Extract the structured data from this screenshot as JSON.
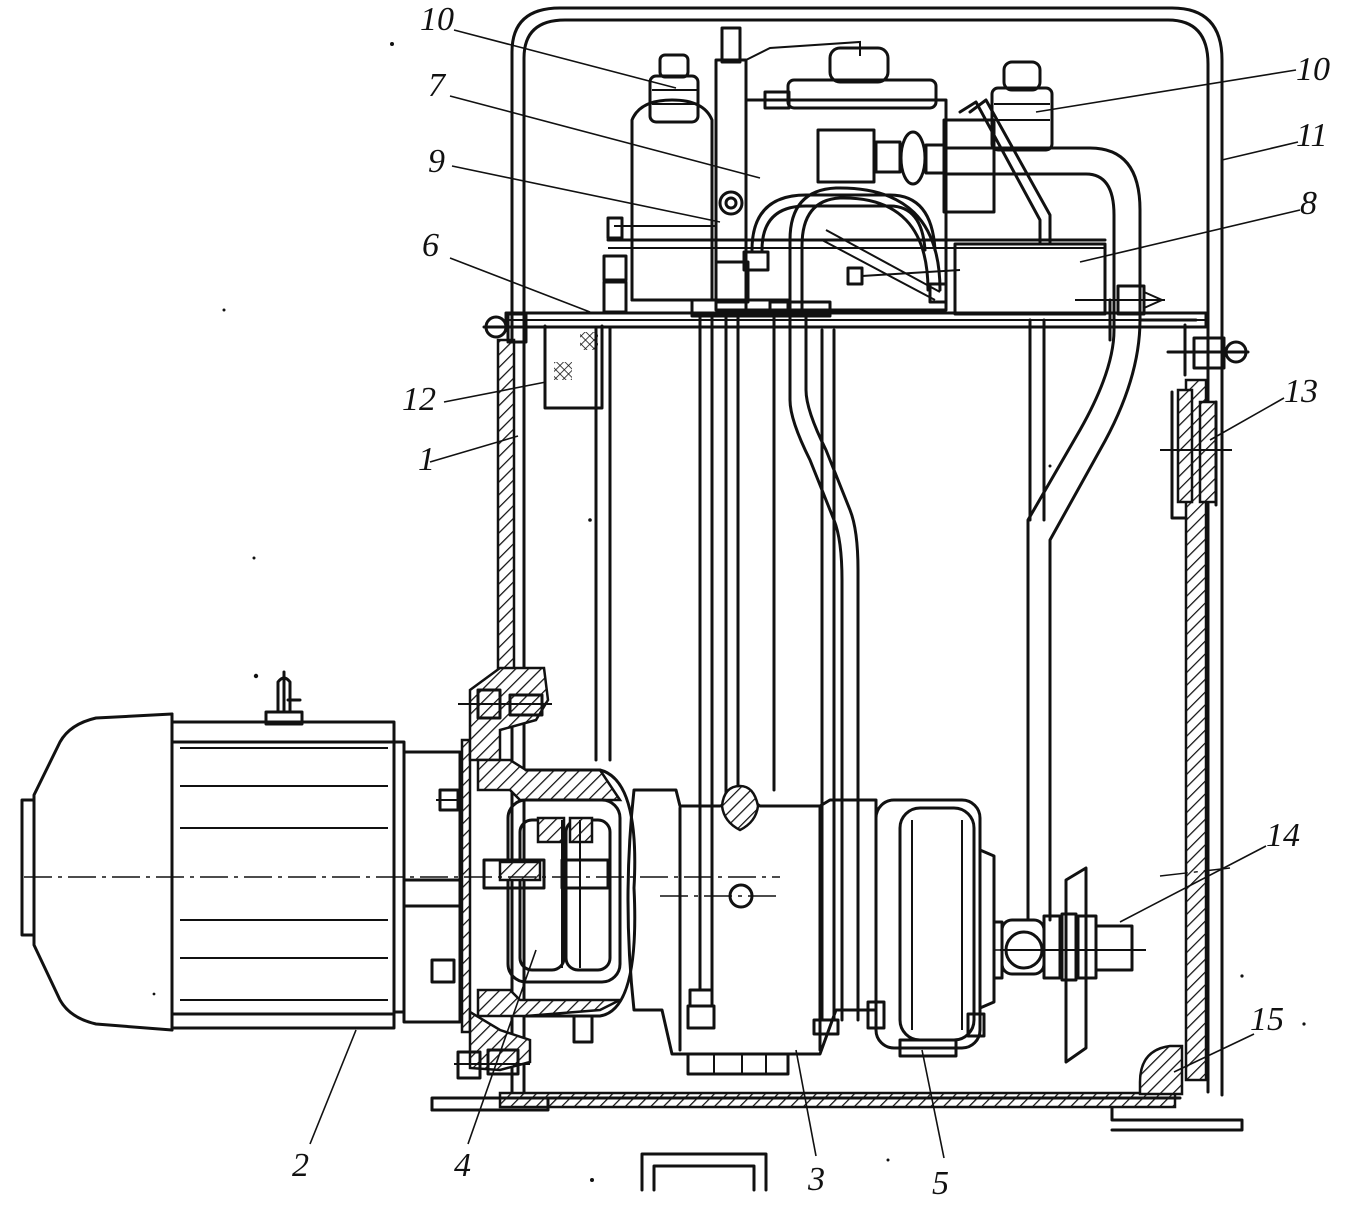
{
  "callouts": [
    {
      "id": "10a",
      "label": "10"
    },
    {
      "id": "7",
      "label": "7"
    },
    {
      "id": "9",
      "label": "9"
    },
    {
      "id": "6",
      "label": "6"
    },
    {
      "id": "12",
      "label": "12"
    },
    {
      "id": "1",
      "label": "1"
    },
    {
      "id": "10b",
      "label": "10"
    },
    {
      "id": "11",
      "label": "11"
    },
    {
      "id": "8",
      "label": "8"
    },
    {
      "id": "13",
      "label": "13"
    },
    {
      "id": "14",
      "label": "14"
    },
    {
      "id": "15",
      "label": "15"
    },
    {
      "id": "2",
      "label": "2"
    },
    {
      "id": "4",
      "label": "4"
    },
    {
      "id": "3",
      "label": "3"
    },
    {
      "id": "5",
      "label": "5"
    }
  ]
}
